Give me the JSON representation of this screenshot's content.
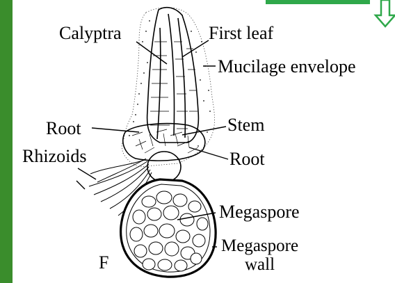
{
  "colors": {
    "sidebar_green": "#3a8d2c",
    "arrow_green": "#2fa84a",
    "ink": "#000000",
    "paper": "#ffffff"
  },
  "icons": {
    "nav_arrow": "arrow-down-icon"
  },
  "labels": {
    "calyptra": "Calyptra",
    "first_leaf": "First leaf",
    "mucilage_envelope": "Mucilage envelope",
    "stem": "Stem",
    "root_left": "Root",
    "root_right": "Root",
    "rhizoids": "Rhizoids",
    "megaspore": "Megaspore",
    "megaspore_wall_line1": "Megaspore",
    "megaspore_wall_line2": "wall",
    "figure_letter": "F"
  }
}
